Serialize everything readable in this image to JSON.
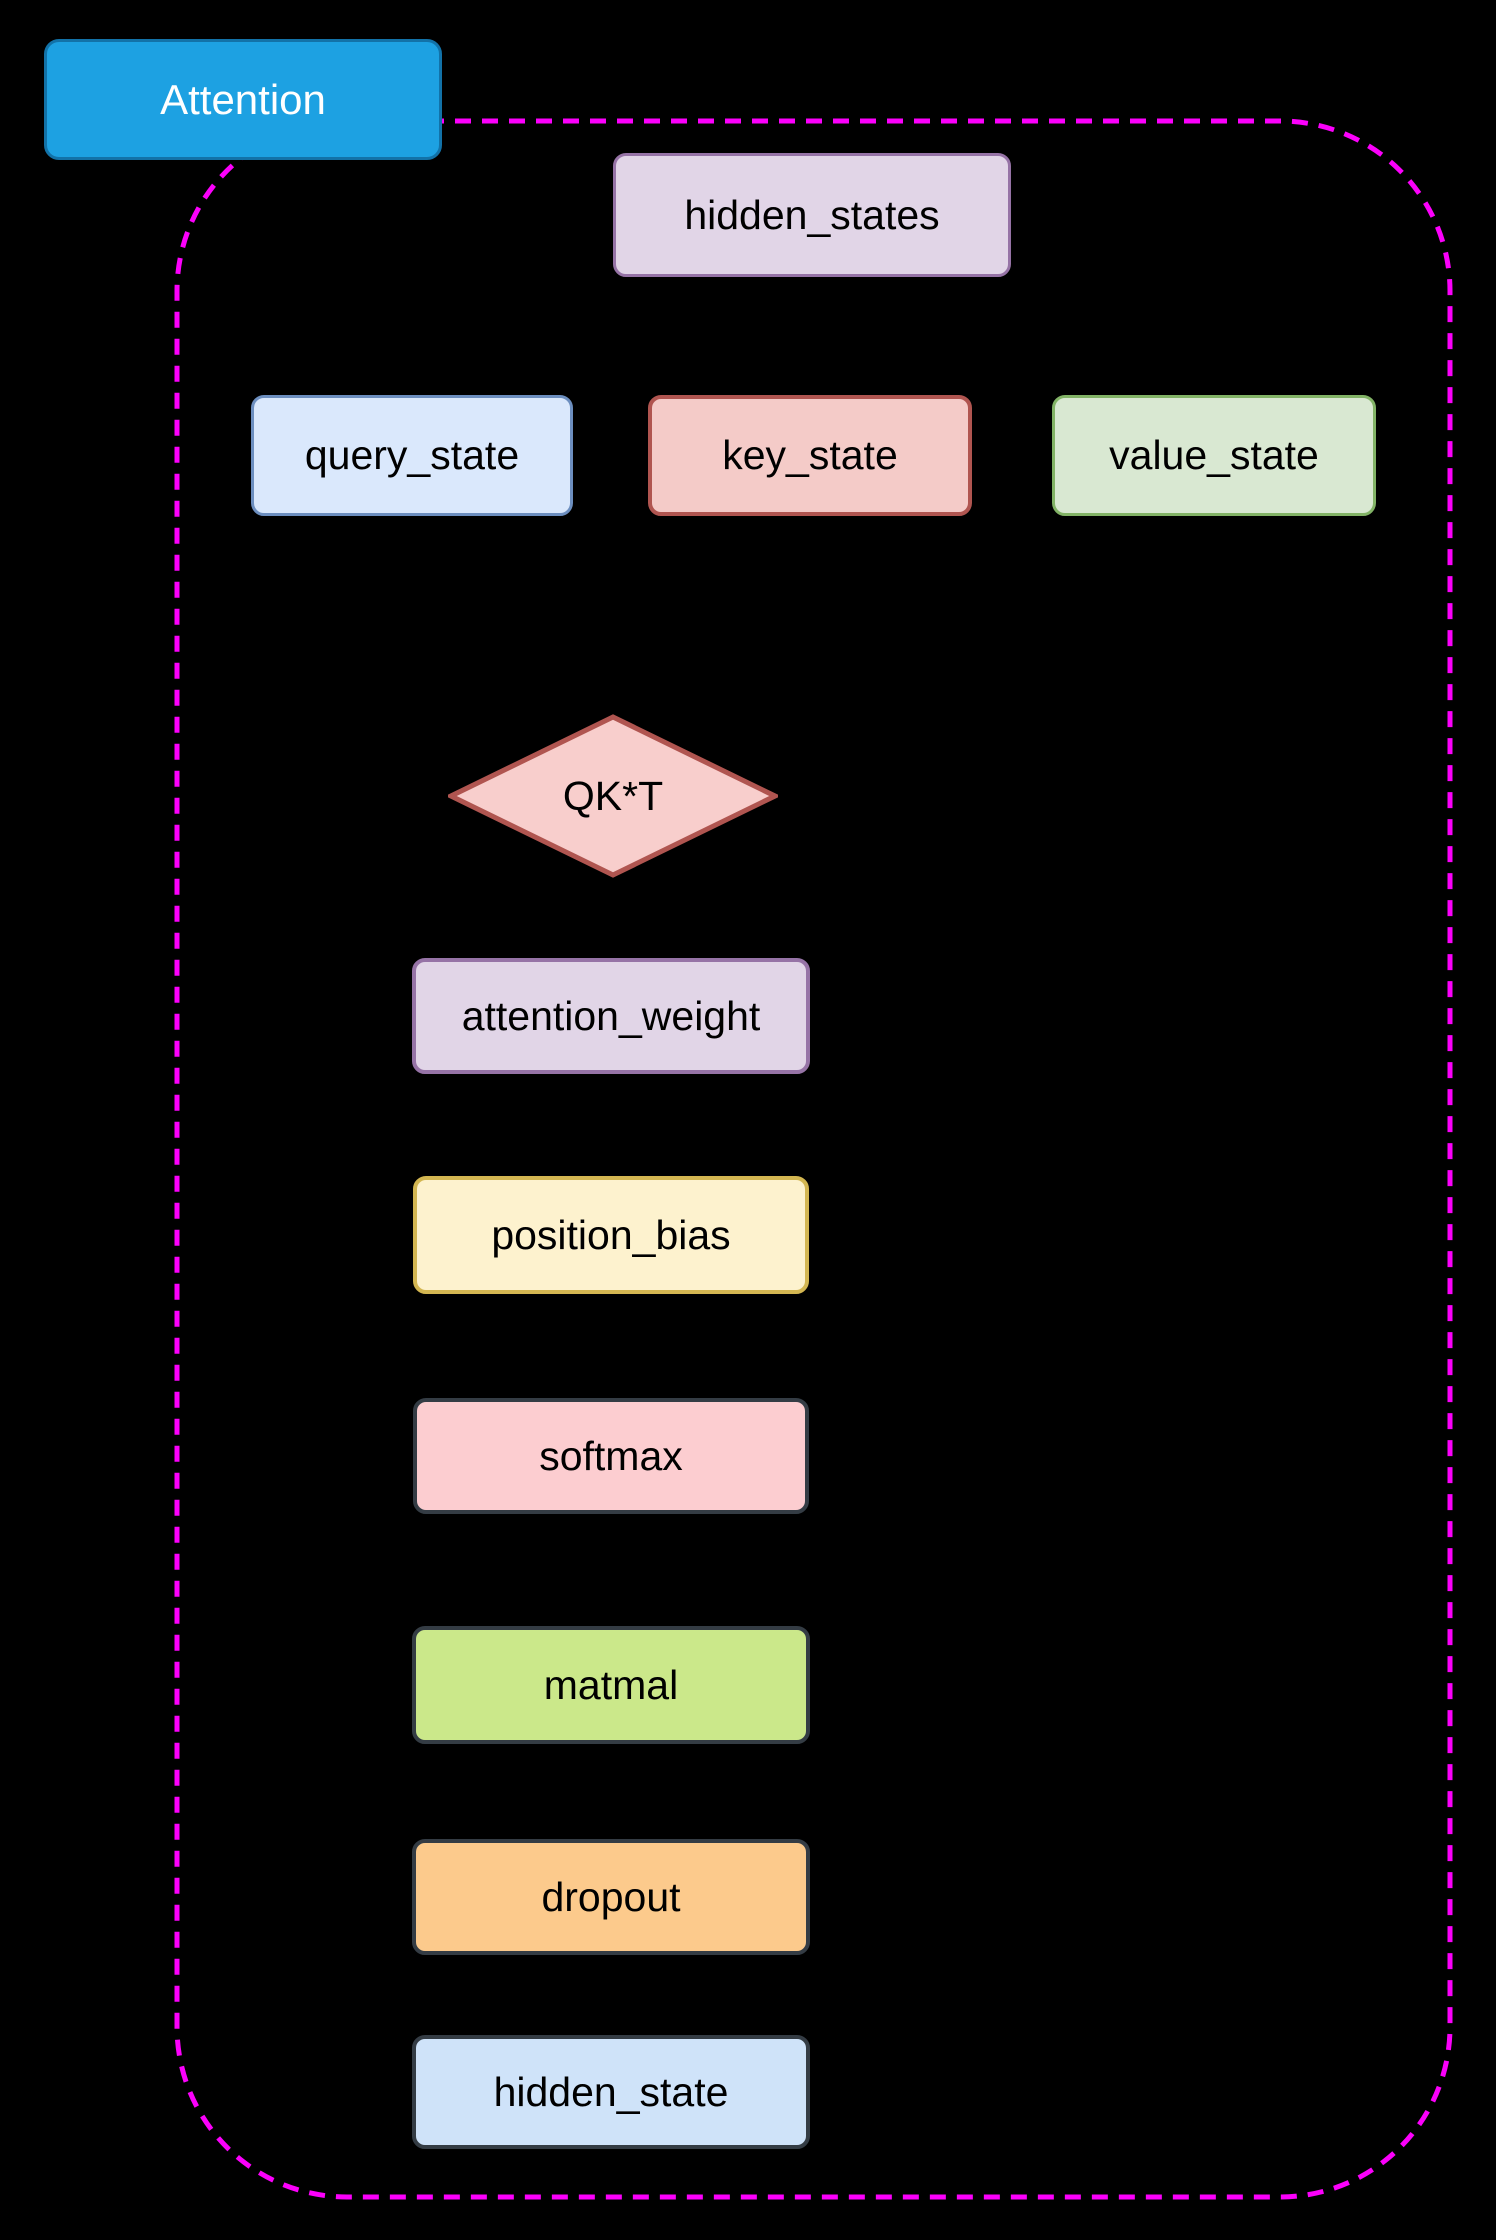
{
  "diagram": {
    "background_color": "#000000",
    "module": {
      "title": "Attention",
      "boundary_color": "#fb00fb",
      "boundary_style": "dashed-rounded-rectangle"
    },
    "title_node": {
      "label": "Attention",
      "shape": "rounded-rectangle",
      "fill": "#1da1e2",
      "border_color": "#1272a8",
      "text_color": "#ffffff"
    },
    "nodes": [
      {
        "id": "hidden_states",
        "label": "hidden_states",
        "shape": "rounded-rectangle",
        "fill": "#e1d5e7",
        "border_color": "#9673a6",
        "text_color": "#000000"
      },
      {
        "id": "query_state",
        "label": "query_state",
        "shape": "rounded-rectangle",
        "fill": "#dae8fc",
        "border_color": "#6c8ebf",
        "text_color": "#000000"
      },
      {
        "id": "key_state",
        "label": "key_state",
        "shape": "rounded-rectangle",
        "fill": "#f4cbc8",
        "border_color": "#b05550",
        "text_color": "#000000"
      },
      {
        "id": "value_state",
        "label": "value_state",
        "shape": "rounded-rectangle",
        "fill": "#d9e8d2",
        "border_color": "#82b366",
        "text_color": "#000000"
      },
      {
        "id": "qk_t",
        "label": "QK*T",
        "shape": "diamond",
        "fill": "#f8cecc",
        "border_color": "#b05550",
        "text_color": "#000000"
      },
      {
        "id": "attention_weight",
        "label": "attention_weight",
        "shape": "rounded-rectangle",
        "fill": "#e1d5e7",
        "border_color": "#9673a6",
        "text_color": "#000000"
      },
      {
        "id": "position_bias",
        "label": "position_bias",
        "shape": "rounded-rectangle",
        "fill": "#fdf2ce",
        "border_color": "#d3b651",
        "text_color": "#000000"
      },
      {
        "id": "softmax",
        "label": "softmax",
        "shape": "rounded-rectangle",
        "fill": "#fccdd0",
        "border_color": "#343c44",
        "text_color": "#000000"
      },
      {
        "id": "matmal",
        "label": "matmal",
        "shape": "rounded-rectangle",
        "fill": "#cbe88a",
        "border_color": "#343c44",
        "text_color": "#000000"
      },
      {
        "id": "dropout",
        "label": "dropout",
        "shape": "rounded-rectangle",
        "fill": "#fcca8c",
        "border_color": "#343c44",
        "text_color": "#000000"
      },
      {
        "id": "hidden_state",
        "label": "hidden_state",
        "shape": "rounded-rectangle",
        "fill": "#cfe3f9",
        "border_color": "#343c44",
        "text_color": "#000000"
      }
    ]
  }
}
